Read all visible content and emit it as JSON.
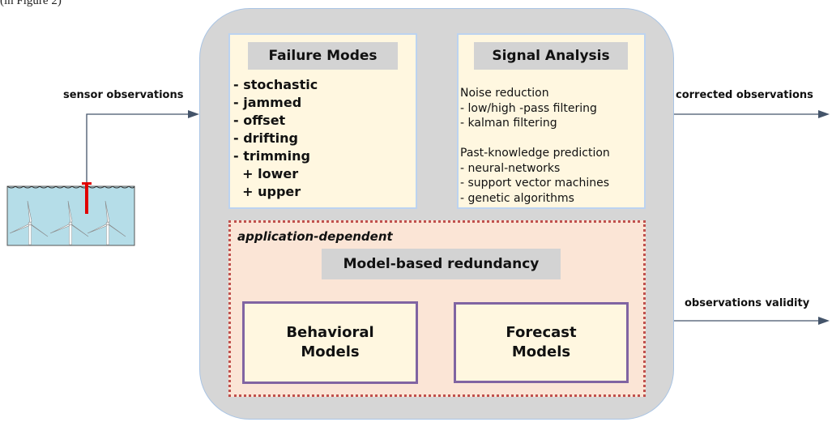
{
  "top_text": "(in Figure 2)",
  "input": {
    "label": "sensor observations"
  },
  "outputs": {
    "corrected": "corrected observations",
    "validity": "observations validity"
  },
  "failure_modes": {
    "title": "Failure Modes",
    "items": [
      "- stochastic",
      "- jammed",
      "- offset",
      "- drifting",
      "- trimming",
      "  + lower",
      "  + upper"
    ]
  },
  "signal_analysis": {
    "title": "Signal Analysis",
    "noise_heading": "Noise reduction",
    "noise_items": [
      "- low/high -pass filtering",
      "- kalman filtering"
    ],
    "past_heading": "Past-knowledge prediction",
    "past_items": [
      "- neural-networks",
      "- support vector machines",
      "- genetic algorithms"
    ]
  },
  "application": {
    "label": "application-dependent",
    "redundancy_title": "Model-based redundancy",
    "behavioral": [
      "Behavioral",
      "Models"
    ],
    "forecast": [
      "Forecast",
      "Models"
    ]
  },
  "colors": {
    "main_box": "#d6d6d6",
    "panel_fill": "#fff7e0",
    "panel_border": "#bcd3f0",
    "app_fill": "#fbe5d6",
    "app_border": "#c0504d",
    "model_border": "#8064a2",
    "arrow": "#44546a",
    "water": "#b5dde8",
    "sensor": "#e00000"
  }
}
